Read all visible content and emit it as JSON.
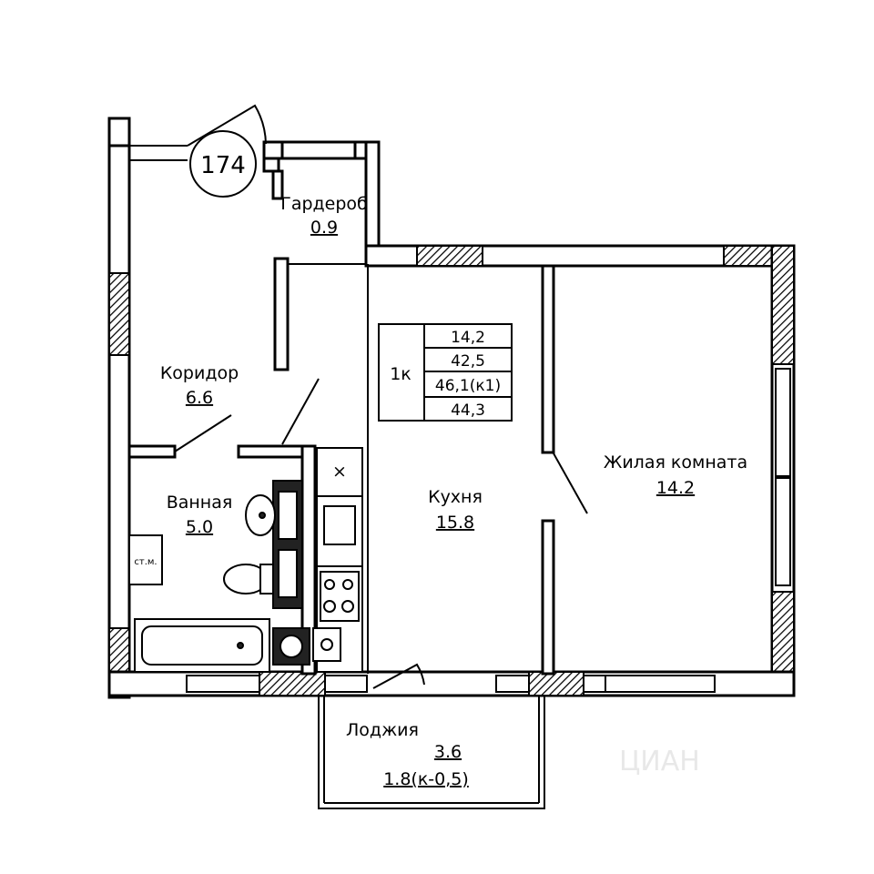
{
  "apartment_number": "174",
  "summary": {
    "type": "1к",
    "rows": [
      "14,2",
      "42,5",
      "46,1(к1)",
      "44,3"
    ]
  },
  "rooms": [
    {
      "key": "wardrobe",
      "name": "Гардероб",
      "area": "0.9"
    },
    {
      "key": "corridor",
      "name": "Коридор",
      "area": "6.6"
    },
    {
      "key": "bathroom",
      "name": "Ванная",
      "area": "5.0"
    },
    {
      "key": "kitchen",
      "name": "Кухня",
      "area": "15.8"
    },
    {
      "key": "living",
      "name": "Жилая комната",
      "area": "14.2"
    }
  ],
  "loggia": {
    "name": "Лоджия",
    "area": "3.6",
    "reduced": "1.8(к-0,5)"
  },
  "labels": {
    "riser": "ст.м.",
    "hob_mark": "×"
  },
  "watermark": "ЦИАН",
  "colors": {
    "line": "#000000",
    "background": "#ffffff",
    "watermark": "#e8e8e8"
  },
  "icons": [
    "door-swing-icon",
    "sink-icon",
    "toilet-icon",
    "bathtub-icon",
    "stove-icon",
    "washing-machine-icon"
  ]
}
